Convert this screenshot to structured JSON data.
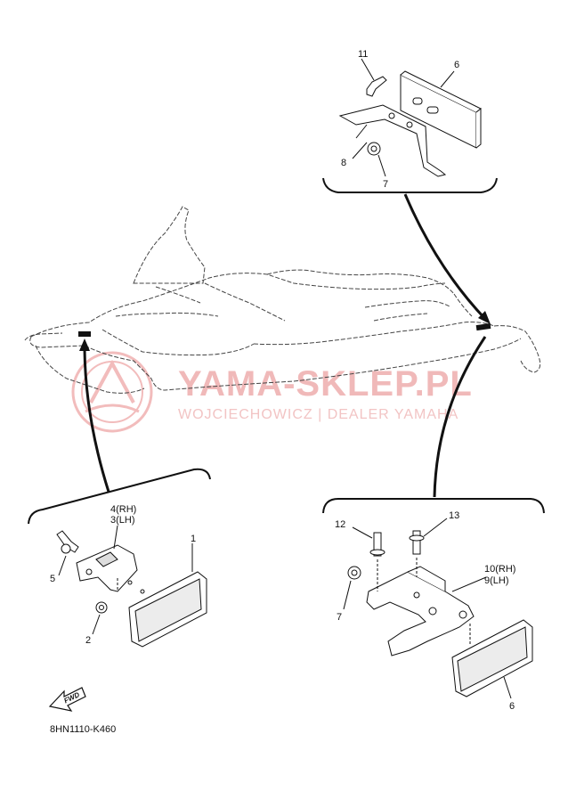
{
  "diagram": {
    "code": "8HN1110-K460",
    "fwd_label": "FWD",
    "watermark": {
      "brand": "YAMA-SKLEP.PL",
      "subtitle": "WOJCIECHOWICZ | DEALER YAMAHA"
    },
    "callouts": {
      "p1": "1",
      "p2": "2",
      "p4_3_rh": "4(RH)",
      "p4_3_lh": "3(LH)",
      "p5": "5",
      "p6_top": "6",
      "p7_top": "7",
      "p8": "8",
      "p11": "11",
      "p12": "12",
      "p13": "13",
      "p10_9_rh": "10(RH)",
      "p10_9_lh": "9(LH)",
      "p7_rear": "7",
      "p6_rear": "6"
    }
  }
}
